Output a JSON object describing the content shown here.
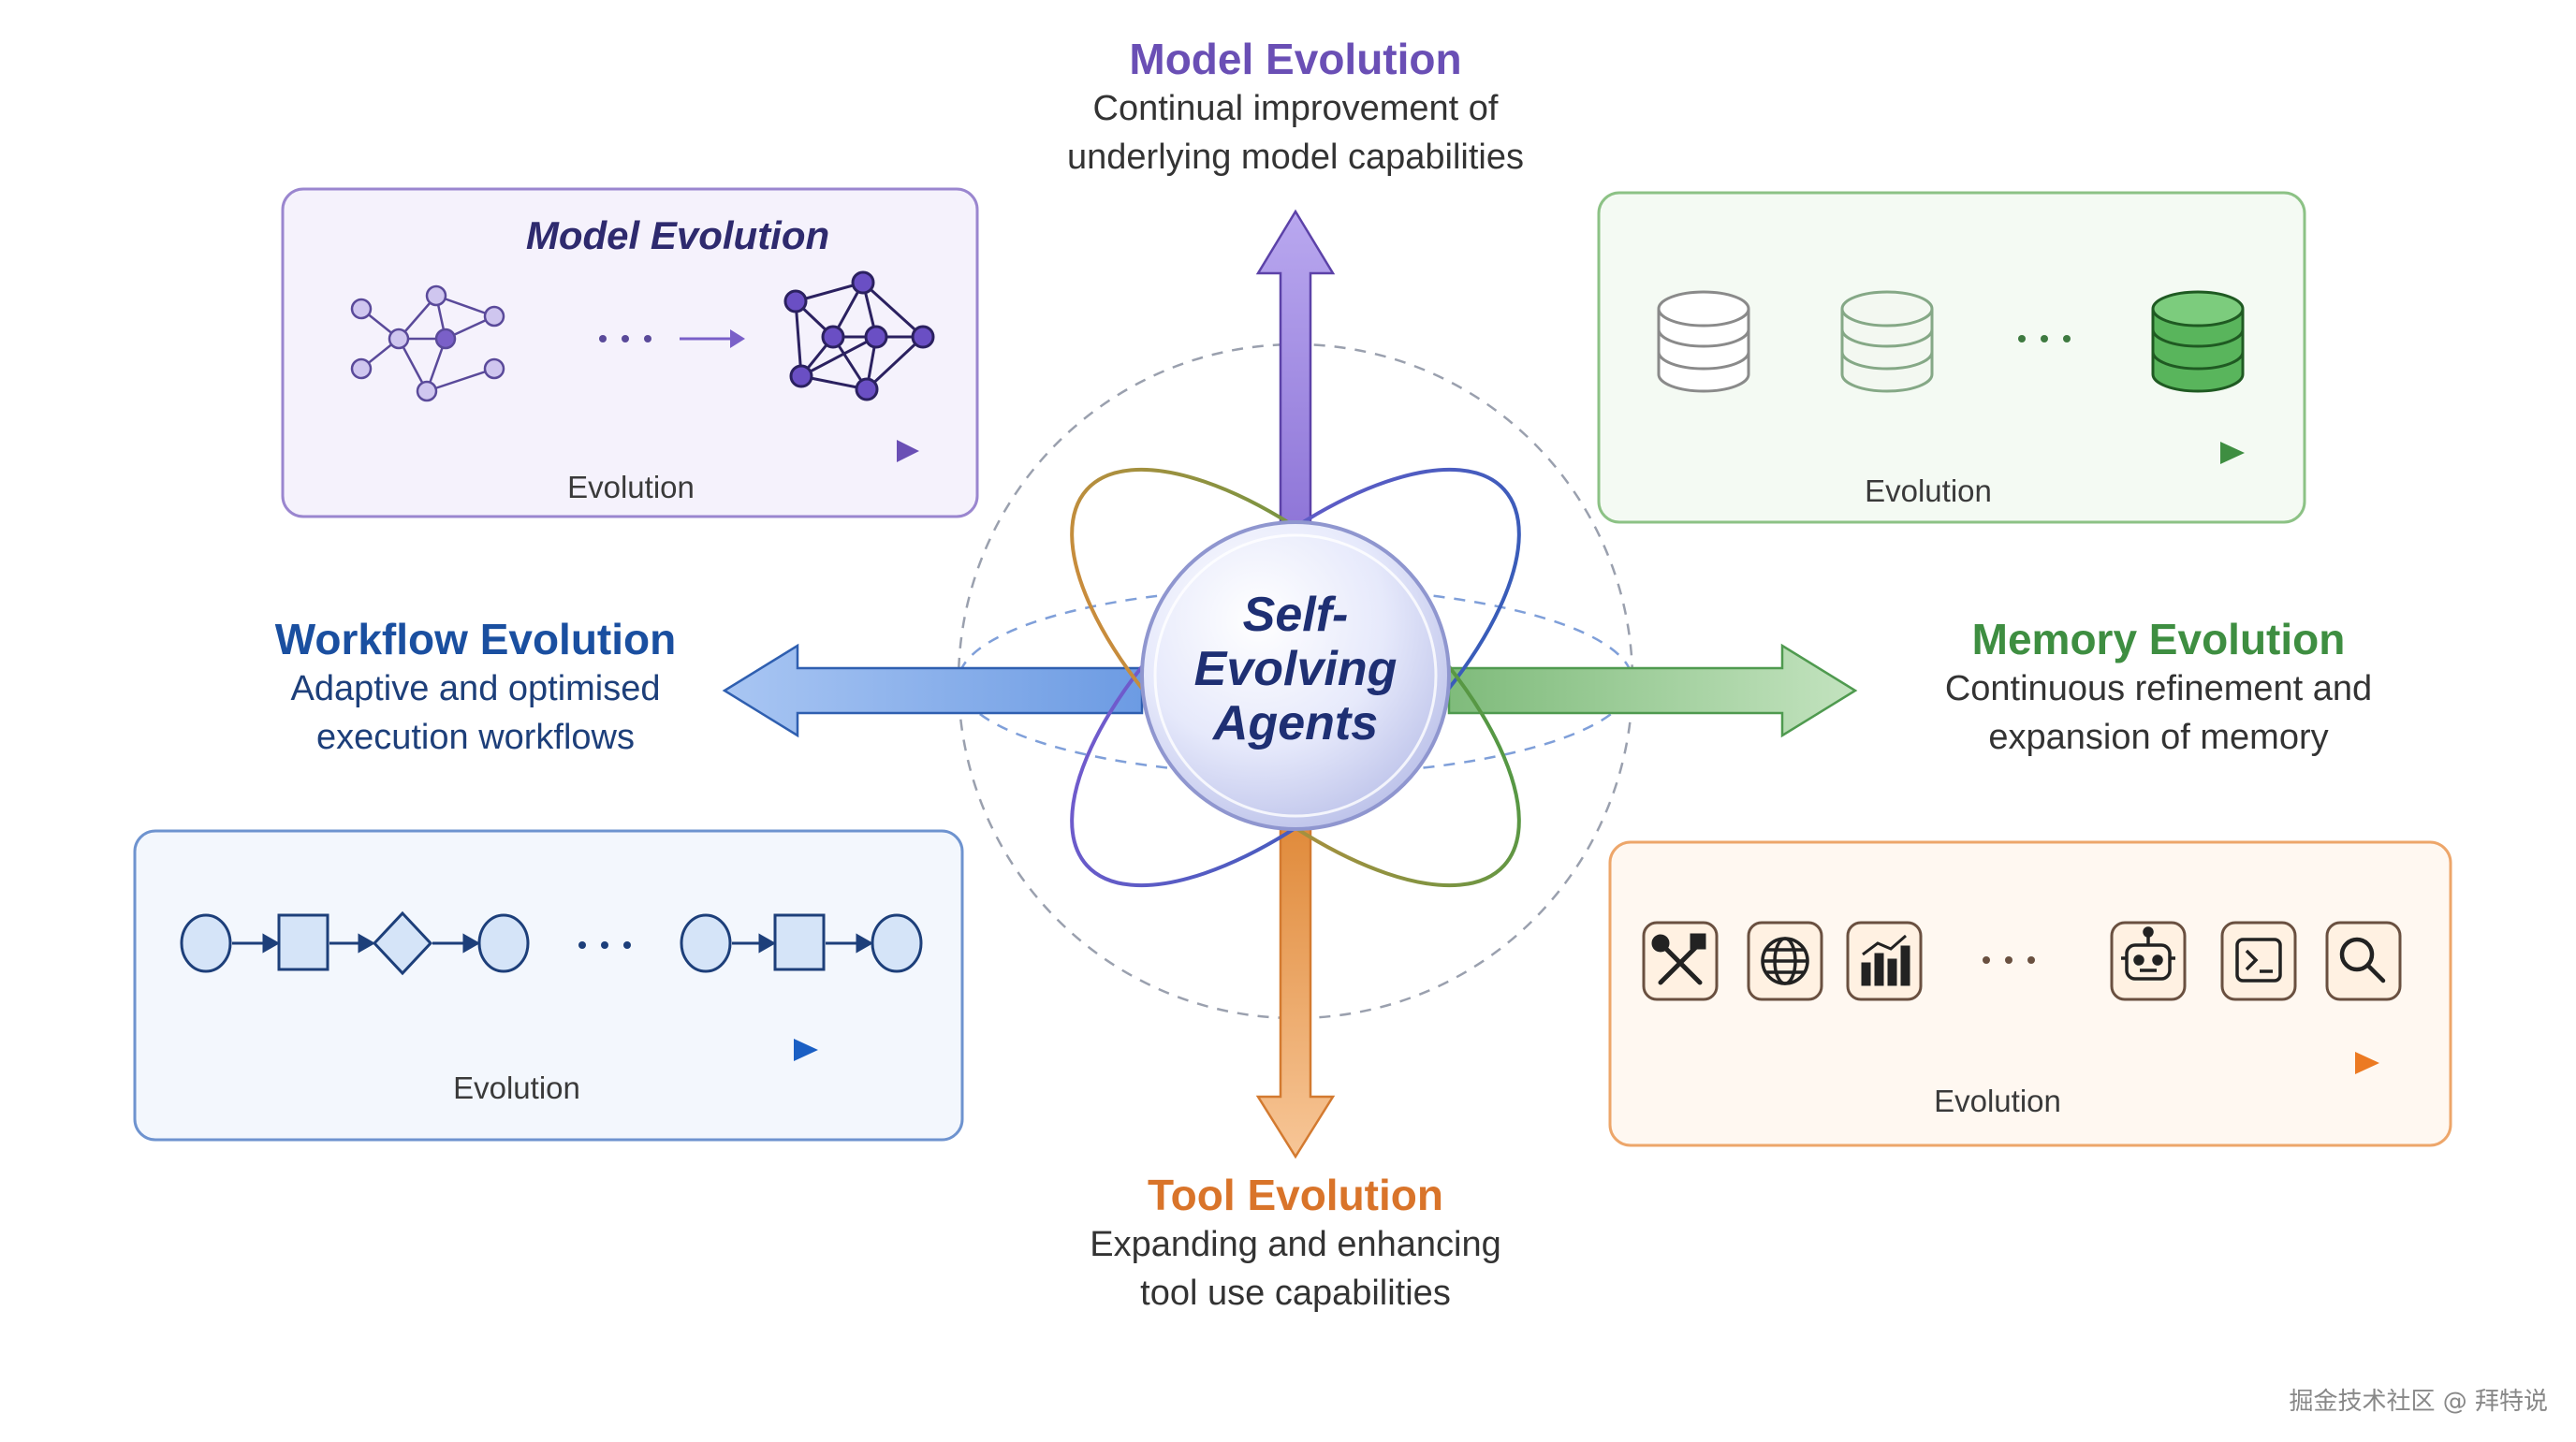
{
  "axes": {
    "top": {
      "title": "Model Evolution",
      "line1": "Continual improvement of",
      "line2": "underlying model capabilities"
    },
    "left": {
      "title": "Workflow Evolution",
      "line1": "Adaptive and optimised",
      "line2": "execution workflows"
    },
    "right": {
      "title": "Memory Evolution",
      "line1": "Continuous refinement and",
      "line2": "expansion of memory"
    },
    "bottom": {
      "title": "Tool Evolution",
      "line1": "Expanding and enhancing",
      "line2": "tool use capabilities"
    }
  },
  "center": {
    "line1": "Self-",
    "line2": "Evolving",
    "line3": "Agents"
  },
  "panels": {
    "model": {
      "title": "Model Evolution",
      "caption": "Evolution",
      "ellipsis": "···"
    },
    "memory": {
      "caption": "Evolution",
      "ellipsis": "···"
    },
    "workflow": {
      "caption": "Evolution",
      "ellipsis": "···"
    },
    "tool": {
      "caption": "Evolution",
      "ellipsis": "···",
      "icons": [
        "wrench-screwdriver-icon",
        "globe-icon",
        "bar-chart-icon",
        "robot-icon",
        "terminal-icon",
        "magnifier-icon"
      ]
    }
  },
  "colors": {
    "model": "#6a4fb5",
    "workflow": "#1a4fa0",
    "memory": "#3e8e41",
    "tool": "#d9742a"
  },
  "watermark": "掘金技术社区 @ 拜特说"
}
